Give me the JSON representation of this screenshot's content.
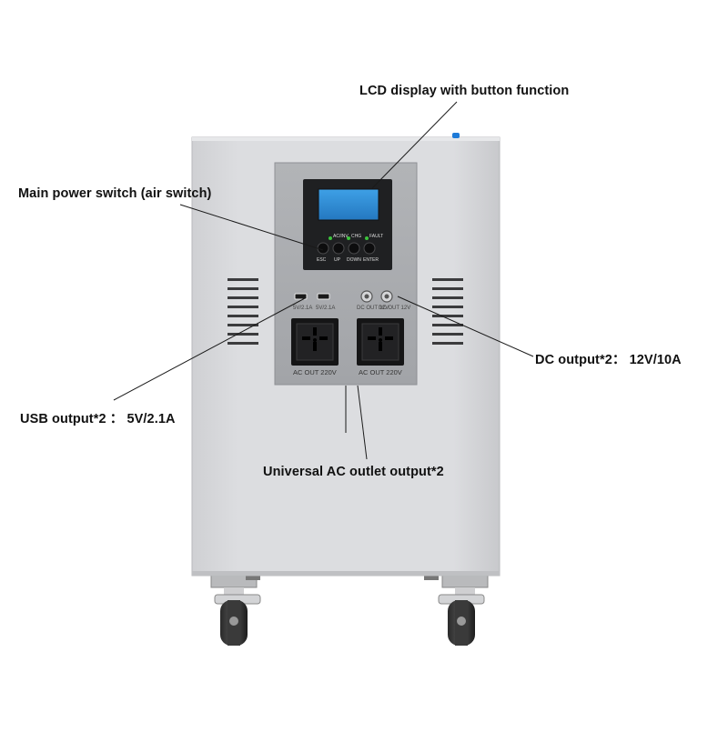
{
  "callouts": {
    "lcd": "LCD display with button function",
    "main_switch": "Main power switch (air switch)",
    "dc_output": "DC output*2：  12V/10A",
    "usb_output": "USB output*2 ：  5V/2.1A",
    "ac_outlet": "Universal AC outlet output*2"
  },
  "panel": {
    "indicators": [
      "AC/INV",
      "CHG",
      "FAULT"
    ],
    "buttons": [
      "ESC",
      "UP",
      "DOWN",
      "ENTER"
    ],
    "usb_labels": [
      "5V/2.1A",
      "5V/2.1A"
    ],
    "dc_labels": [
      "DC OUT 12V",
      "DC OUT 12V"
    ],
    "ac_labels": [
      "AC OUT 220V",
      "AC OUT 220V"
    ]
  },
  "colors": {
    "cabinet": "#d9dadc",
    "panel": "#a7a9ac",
    "lcd_bezel": "#1f2022",
    "lcd_screen": "#2f8fd6",
    "led": "#3cc43c",
    "indicator_blue": "#1e7bd8"
  }
}
